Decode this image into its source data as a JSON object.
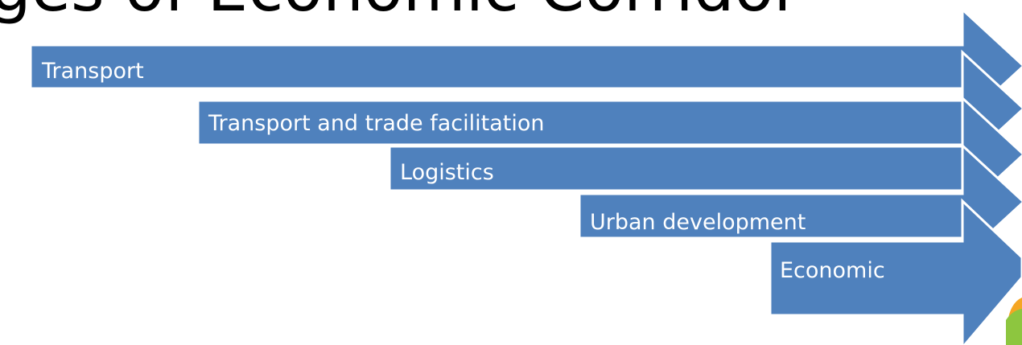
{
  "slide": {
    "title": "ges of Economic Corridor"
  },
  "stages": [
    {
      "label": "Transport"
    },
    {
      "label": "Transport and trade facilitation"
    },
    {
      "label": "Logistics"
    },
    {
      "label": "Urban development"
    },
    {
      "label": "Economic"
    }
  ],
  "colors": {
    "arrow_fill": "#4F81BD",
    "arrow_outline": "#FFFFFF",
    "title_text": "#000000",
    "label_text": "#FFFFFF",
    "corner_orange": "#F5A623",
    "corner_green": "#8DC63F"
  }
}
